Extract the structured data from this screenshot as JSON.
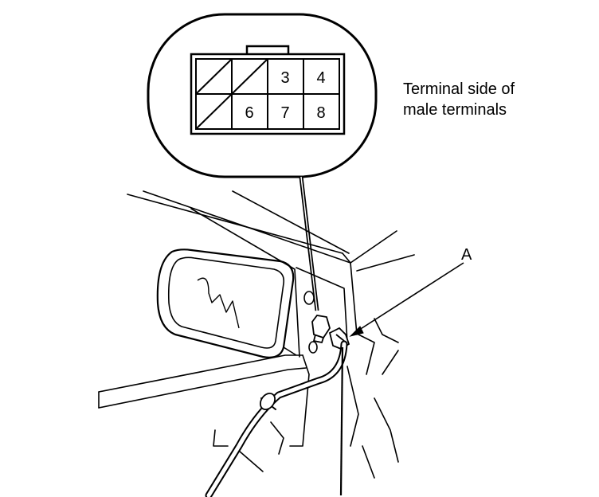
{
  "connector": {
    "pins_top": [
      "3",
      "4"
    ],
    "pins_bottom": [
      "6",
      "7",
      "8"
    ]
  },
  "caption": {
    "line1": "Terminal side of",
    "line2": "male terminals"
  },
  "callout": {
    "label": "A"
  },
  "colors": {
    "line": "#000000",
    "background": "#ffffff"
  }
}
